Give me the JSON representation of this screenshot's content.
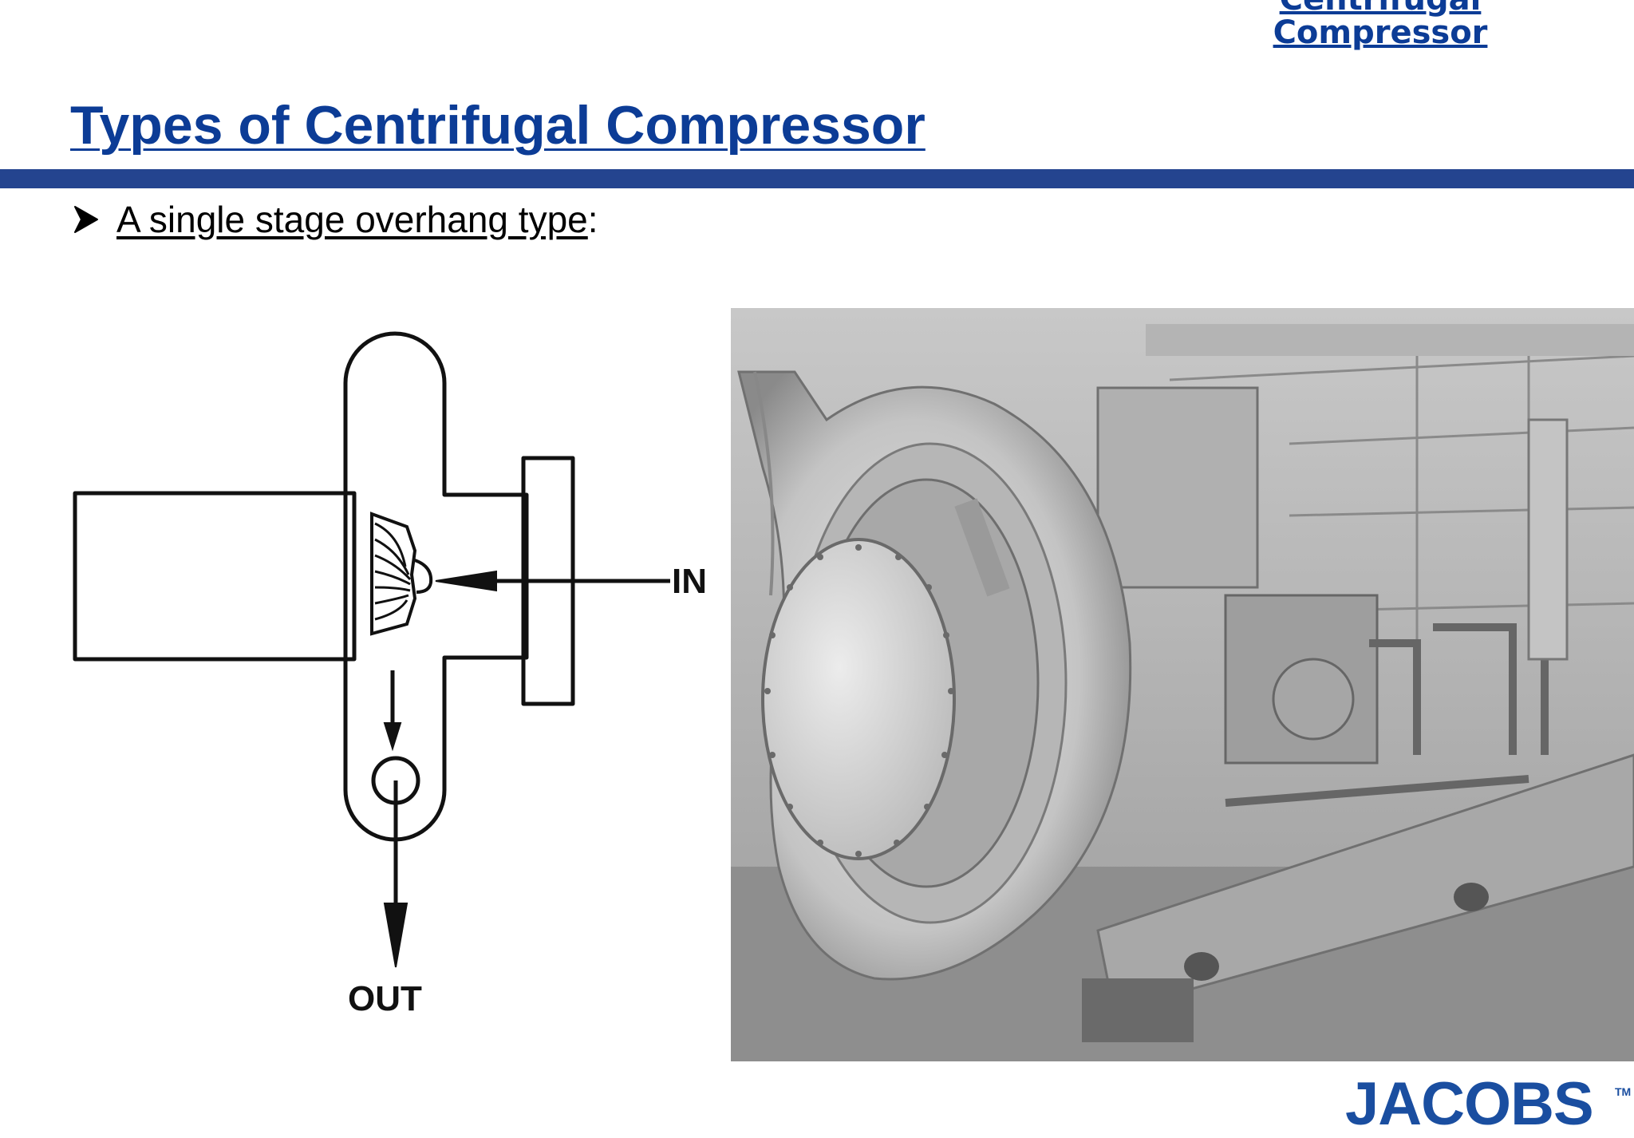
{
  "nav": {
    "link_text": "Centrifugal Compressor"
  },
  "slide": {
    "title": "Types of Centrifugal Compressor",
    "bullet_text": "A single stage overhang type",
    "bullet_suffix": ":"
  },
  "diagram": {
    "label_in": "IN",
    "label_out": "OUT"
  },
  "photo": {
    "subject": "single stage overhang centrifugal compressor"
  },
  "logo": {
    "text": "JACOBS",
    "tm": "TM"
  },
  "colors": {
    "title": "#0c3c96",
    "rule": "#24448f",
    "logo": "#1a4ea0"
  }
}
